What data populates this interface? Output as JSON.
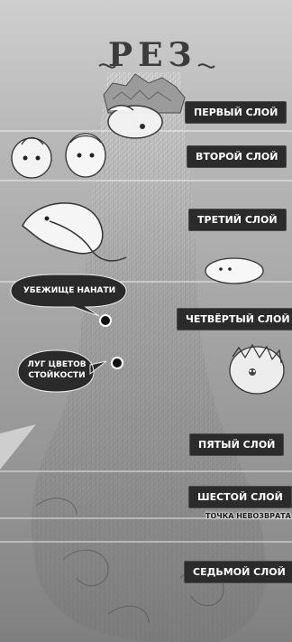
{
  "title": "РЕЗ",
  "layers": [
    {
      "label": "ПЕРВЫЙ СЛОЙ"
    },
    {
      "label": "ВТОРОЙ СЛОЙ"
    },
    {
      "label": "ТРЕТИЙ СЛОЙ"
    },
    {
      "label": "ЧЕТВЁРТЫЙ СЛОЙ"
    },
    {
      "label": "ПЯТЫЙ СЛОЙ"
    },
    {
      "label": "ШЕСТОЙ СЛОЙ"
    },
    {
      "label": "СЕДЬМОЙ СЛОЙ"
    }
  ],
  "point_of_no_return": "ТОЧКА НЕВОЗВРАТА",
  "callouts": {
    "nanachi_hideout": "УБЕЖИЩЕ НАНАТИ",
    "eternal_fortune_line1": "ЛУГ ЦВЕТОВ",
    "eternal_fortune_line2": "СТОЙКОСТИ"
  },
  "colors": {
    "label_bg": "#2b2b2b",
    "label_text": "#ffffff"
  }
}
